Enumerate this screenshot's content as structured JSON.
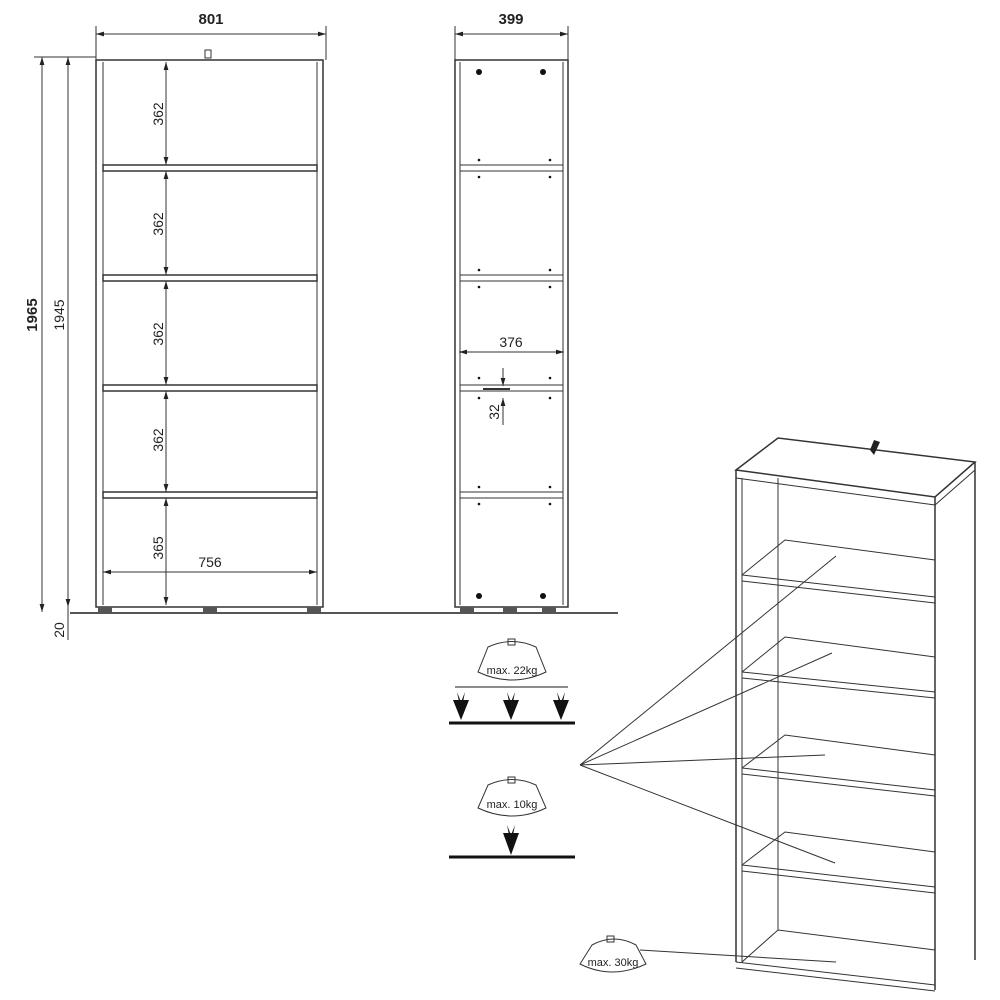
{
  "front_view": {
    "overall_width": "801",
    "overall_height": "1965",
    "side_height": "1945",
    "foot_height": "20",
    "compartment_heights": [
      "362",
      "362",
      "362",
      "362",
      "365"
    ],
    "inner_width": "756"
  },
  "side_view": {
    "overall_depth": "399",
    "inner_depth": "376",
    "hole_spacing": "32"
  },
  "load_ratings": {
    "distributed_load": "max. 22kg",
    "point_load": "max. 10kg",
    "bottom_load": "max. 30kg"
  }
}
